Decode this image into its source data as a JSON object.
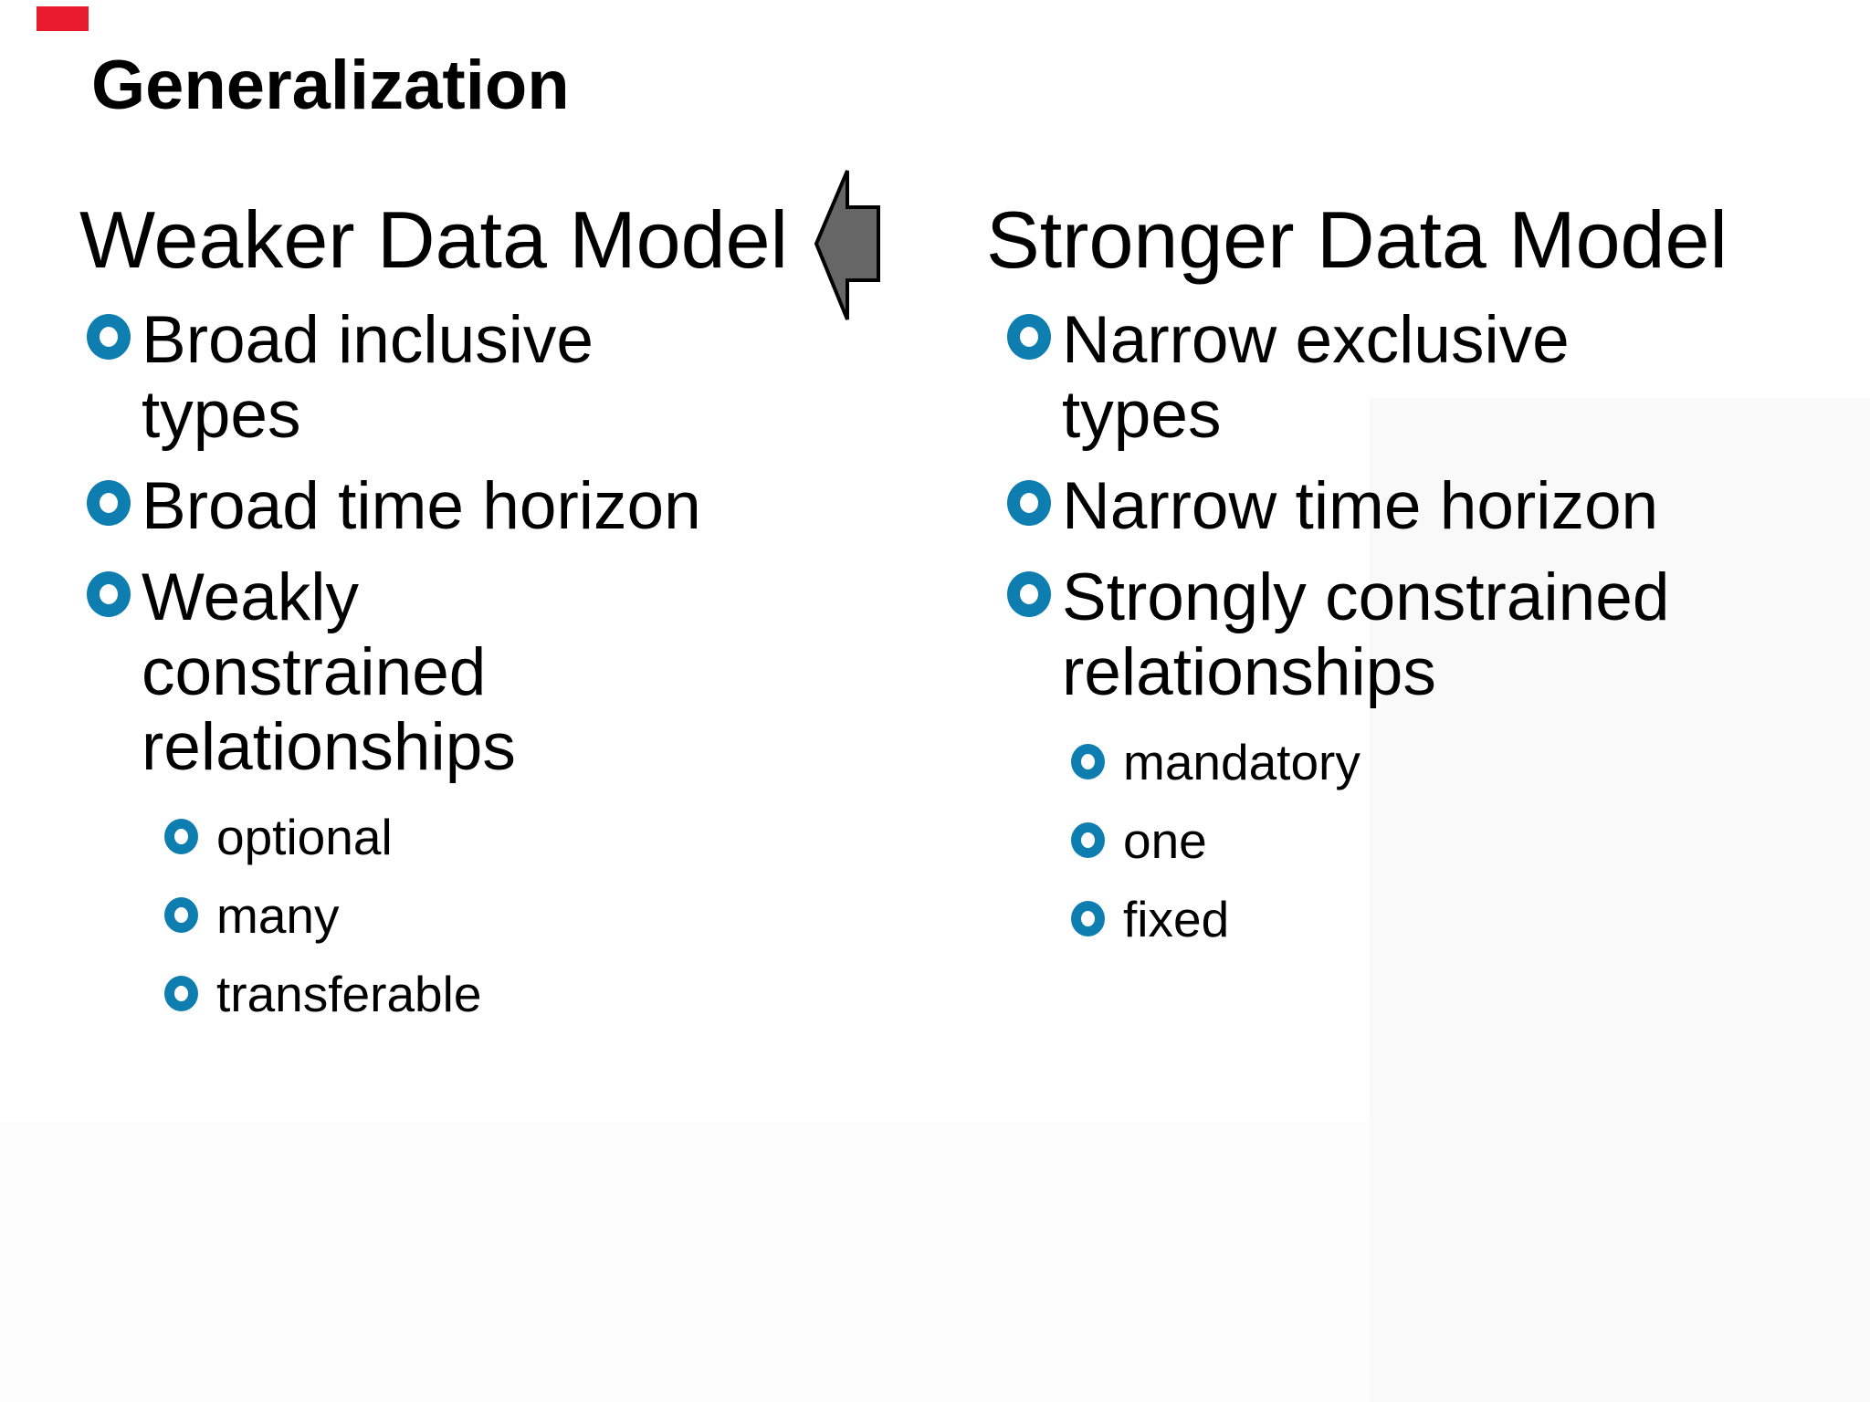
{
  "slide": {
    "title": "Generalization",
    "columns": [
      {
        "heading": "Weaker Data Model",
        "bullets": [
          "Broad inclusive types",
          "Broad time horizon",
          "Weakly constrained relationships"
        ],
        "sub_bullets": [
          "optional",
          "many",
          "transferable"
        ]
      },
      {
        "heading": "Stronger Data Model",
        "bullets": [
          "Narrow exclusive types",
          "Narrow time horizon",
          "Strongly constrained relationships"
        ],
        "sub_bullets": [
          "mandatory",
          "one",
          "fixed"
        ]
      }
    ],
    "arrow": {
      "direction": "left",
      "fill": "#666666",
      "stroke": "#000000"
    },
    "colors": {
      "background": "#ffffff",
      "text": "#000000",
      "bullet_ring": "#0e7eb1",
      "red_marker": "#e81a2c"
    }
  }
}
